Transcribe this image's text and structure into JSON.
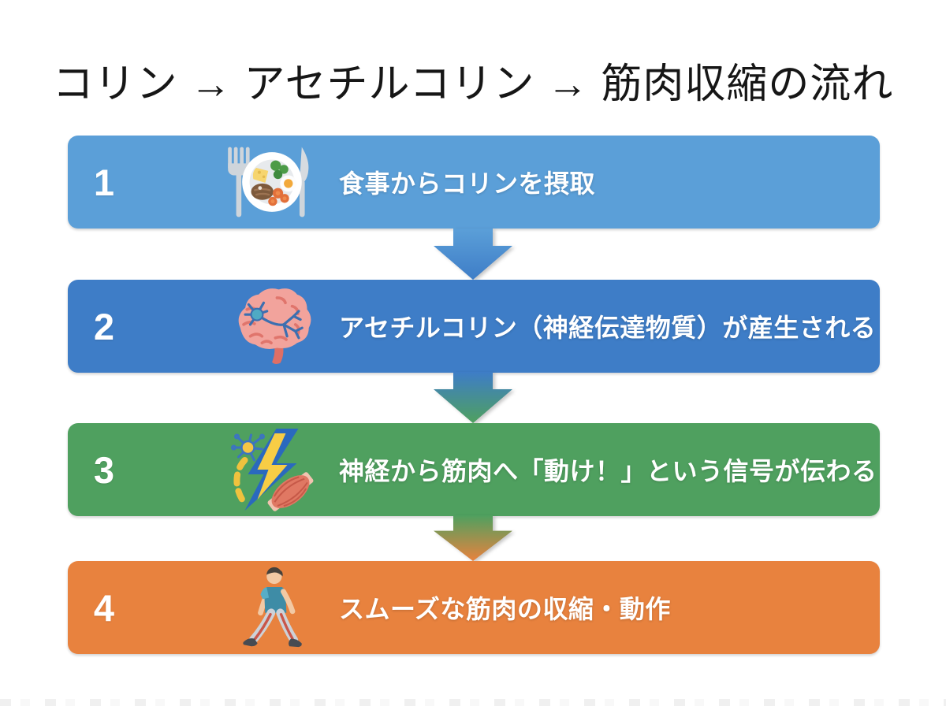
{
  "title": "コリン → アセチルコリン → 筋肉収縮の流れ",
  "steps": [
    {
      "number": "1",
      "label": "食事からコリンを摂取",
      "color_hex": "#5B9FD8",
      "icon": "meal-plate-icon"
    },
    {
      "number": "2",
      "label": "アセチルコリン（神経伝達物質）が産生される",
      "color_hex": "#3E7DC7",
      "icon": "brain-neuron-icon"
    },
    {
      "number": "3",
      "label": "神経から筋肉へ「動け！」という信号が伝わる",
      "color_hex": "#4FA05F",
      "icon": "nerve-signal-muscle-icon"
    },
    {
      "number": "4",
      "label": "スムーズな筋肉の収縮・動作",
      "color_hex": "#E8823E",
      "icon": "walking-person-icon"
    }
  ],
  "arrows": [
    {
      "from_hex": "#5B9FD8",
      "to_hex": "#3E7DC7"
    },
    {
      "from_hex": "#3E7DC7",
      "to_hex": "#4FA05F"
    },
    {
      "from_hex": "#4FA05F",
      "to_hex": "#E8823E"
    }
  ]
}
